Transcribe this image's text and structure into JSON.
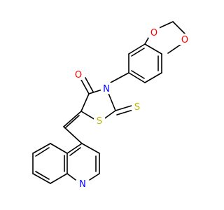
{
  "molecule": {
    "atom_labels": {
      "O_ring1": "O",
      "O_ring2": "O",
      "O_carbonyl": "O",
      "N_amide": "N",
      "S_ring": "S",
      "S_thione": "S",
      "N_pyridine": "N"
    }
  },
  "colors": {
    "bond": "#000000",
    "oxygen": "#ff0000",
    "nitrogen": "#0000ff",
    "sulfur": "#b8b800",
    "background": "#ffffff"
  }
}
